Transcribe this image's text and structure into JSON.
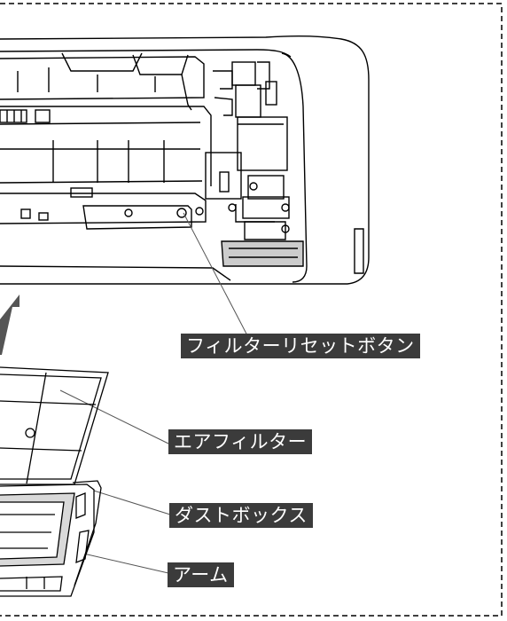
{
  "labels": {
    "reset_button": "フィルターリセットボタン",
    "air_filter": "エアフィルター",
    "dust_box": "ダストボックス",
    "arm": "アーム"
  },
  "colors": {
    "line_art": "#000000",
    "callout_bg": "#3b3b3b",
    "callout_text": "#ffffff",
    "arrow": "#555555",
    "arm_fill": "#d9d9d9"
  }
}
